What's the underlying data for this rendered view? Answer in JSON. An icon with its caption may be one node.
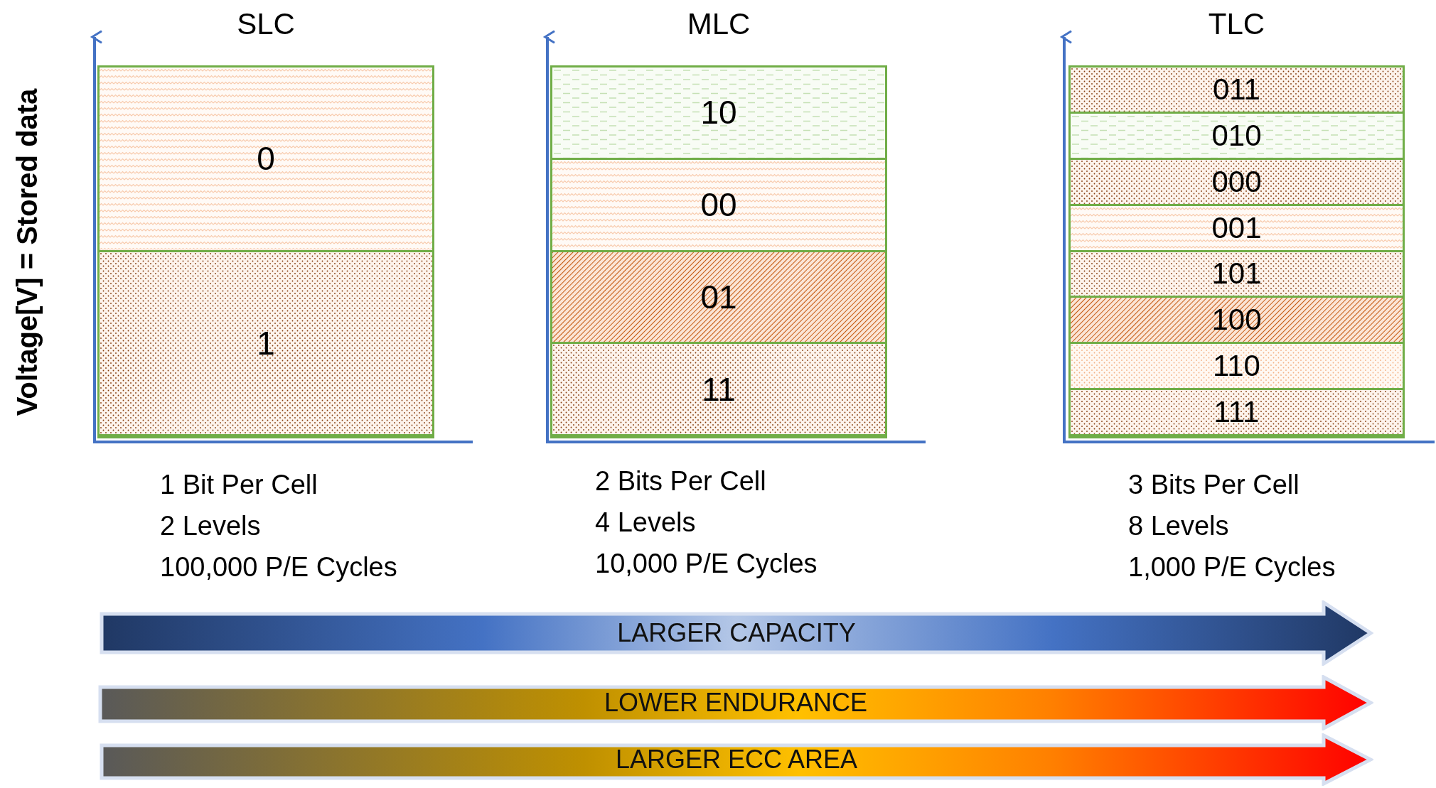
{
  "diagram": {
    "nodes": [
      {
        "text": [
          "SLC"
        ],
        "beside": [
          "1 Bit Per Cell",
          "2 Levels",
          "100,000 P/E Cycles"
        ]
      },
      {
        "text": [
          "0"
        ],
        "in": 0
      },
      {
        "text": [
          "1"
        ],
        "in": 0
      },
      {
        "text": [
          "MLC"
        ],
        "beside": [
          "2 Bits Per Cell",
          "4 Levels",
          "10,000 P/E Cycles"
        ]
      },
      {
        "text": [
          "10"
        ],
        "in": 3
      },
      {
        "text": [
          "00"
        ],
        "in": 3
      },
      {
        "text": [
          "01"
        ],
        "in": 3
      },
      {
        "text": [
          "11"
        ],
        "in": 3
      },
      {
        "text": [
          "TLC"
        ],
        "beside": [
          "3 Bits Per Cell",
          "8 Levels",
          "1,000 P/E Cycles"
        ]
      },
      {
        "text": [
          "011"
        ],
        "in": 8
      },
      {
        "text": [
          "010"
        ],
        "in": 8
      },
      {
        "text": [
          "000"
        ],
        "in": 8
      },
      {
        "text": [
          "001"
        ],
        "in": 8
      },
      {
        "text": [
          "101"
        ],
        "in": 8
      },
      {
        "text": [
          "100"
        ],
        "in": 8
      },
      {
        "text": [
          "110"
        ],
        "in": 8
      },
      {
        "text": [
          "111"
        ],
        "in": 8
      },
      {
        "text": [
          "LARGER CAPACITY"
        ]
      },
      {
        "text": [
          "LOWER ENDURANCE"
        ]
      },
      {
        "text": [
          "LARGER ECC AREA"
        ]
      }
    ],
    "labels": [
      "Voltage[V] = Stored data"
    ]
  }
}
